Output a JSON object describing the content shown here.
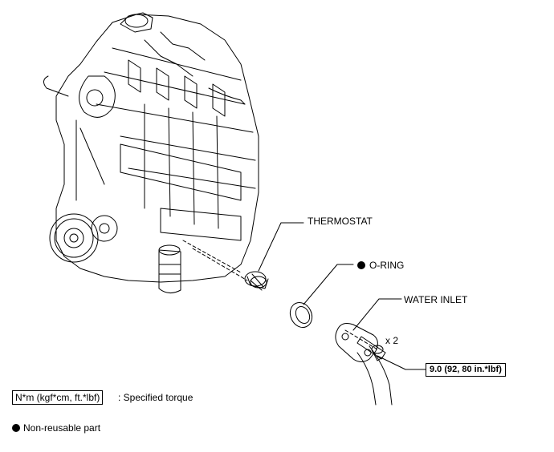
{
  "labels": {
    "thermostat": "THERMOSTAT",
    "o_ring": "O-RING",
    "water_inlet": "WATER INLET",
    "quantity": "x 2",
    "torque": "9.0 (92, 80 in.*lbf)"
  },
  "legend": {
    "torque_unit": "N*m (kgf*cm, ft.*lbf)",
    "torque_desc": ": Specified torque",
    "non_reusable": "Non-reusable part"
  }
}
